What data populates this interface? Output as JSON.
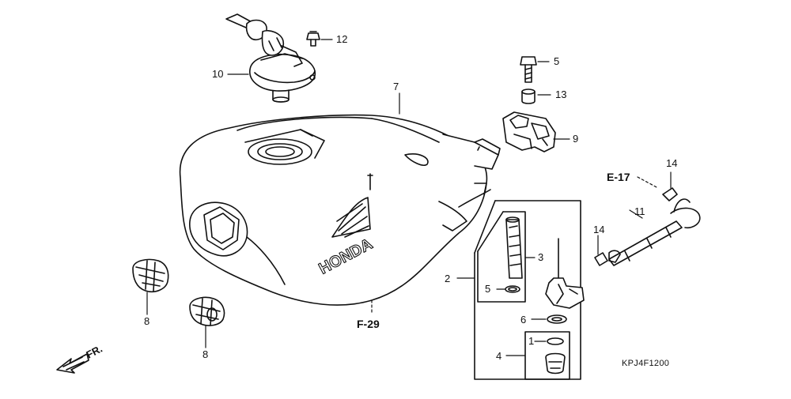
{
  "callouts": {
    "c1": "1",
    "c2": "2",
    "c3": "3",
    "c4": "4",
    "c5a": "5",
    "c5b": "5",
    "c6": "6",
    "c7": "7",
    "c8a": "8",
    "c8b": "8",
    "c9": "9",
    "c10": "10",
    "c11": "11",
    "c12": "12",
    "c13": "13",
    "c14a": "14",
    "c14b": "14"
  },
  "references": {
    "e17": "E-17",
    "f29": "F-29"
  },
  "tank_emblem": "HONDA",
  "direction_label": "FR.",
  "diagram_code": "KPJ4F1200"
}
